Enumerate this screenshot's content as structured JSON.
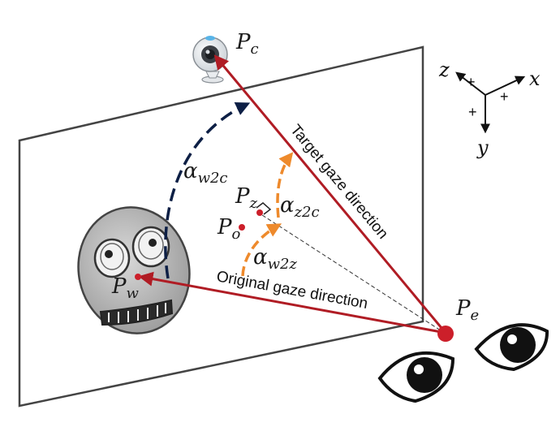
{
  "labels": {
    "pc": {
      "main": "P",
      "sub": "c"
    },
    "pz": {
      "main": "P",
      "sub": "z"
    },
    "po": {
      "main": "P",
      "sub": "o"
    },
    "pw": {
      "main": "P",
      "sub": "w"
    },
    "pe": {
      "main": "P",
      "sub": "e"
    },
    "alpha_w2c": {
      "main": "α",
      "sub": "w2c"
    },
    "alpha_z2c": {
      "main": "α",
      "sub": "z2c"
    },
    "alpha_w2z": {
      "main": "α",
      "sub": "w2z"
    }
  },
  "directions": {
    "target": "Target gaze direction",
    "original": "Original gaze direction"
  },
  "axes": {
    "x": "x",
    "y": "y",
    "z": "z",
    "plus": "+"
  },
  "colors": {
    "gaze_line": "#b01c24",
    "point": "#cc1f2a",
    "dashed_navy": "#0d1f45",
    "dashed_orange": "#ee8a2c",
    "plane": "#444444"
  },
  "icons": {
    "camera": "webcam-icon",
    "face": "smiley-face-icon",
    "eyes": "eyes-icon"
  }
}
